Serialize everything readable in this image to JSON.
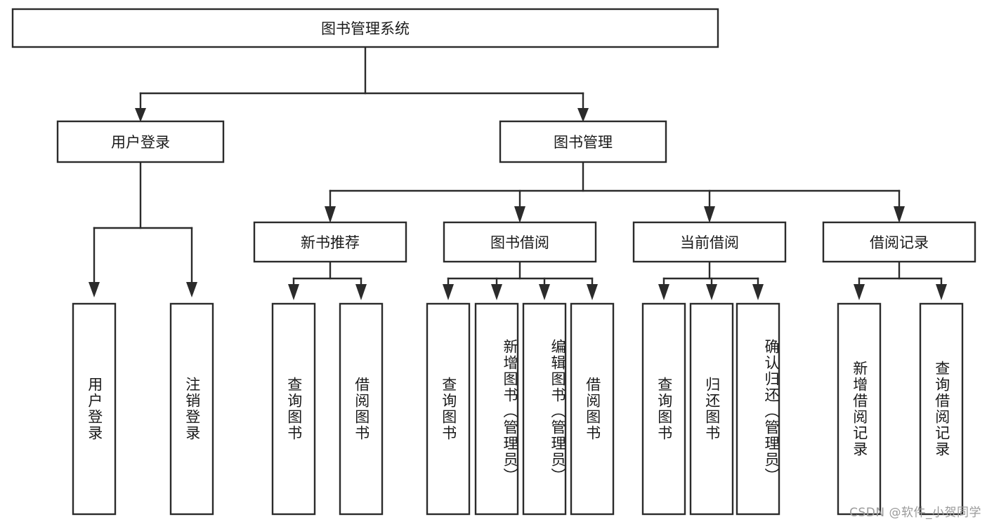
{
  "diagram": {
    "type": "tree-hierarchy",
    "title": "图书管理系统",
    "watermark": "CSDN @软件_小贺同学",
    "colors": {
      "box_fill": "#ffffff",
      "box_stroke": "#2b2b2b",
      "text": "#1a1a1a",
      "background": "#ffffff",
      "watermark": "#9a9a9a"
    },
    "levels": {
      "root": {
        "label": "图书管理系统",
        "orientation": "horizontal"
      },
      "level2": [
        {
          "label": "用户登录",
          "orientation": "horizontal"
        },
        {
          "label": "图书管理",
          "orientation": "horizontal"
        }
      ],
      "level3": [
        {
          "label": "新书推荐",
          "orientation": "horizontal"
        },
        {
          "label": "图书借阅",
          "orientation": "horizontal"
        },
        {
          "label": "当前借阅",
          "orientation": "horizontal"
        },
        {
          "label": "借阅记录",
          "orientation": "horizontal"
        }
      ],
      "leaves": {
        "user_login": [
          {
            "label": "用户登录",
            "orientation": "vertical"
          },
          {
            "label": "注销登录",
            "orientation": "vertical"
          }
        ],
        "new_book_recommend": [
          {
            "label": "查询图书",
            "orientation": "vertical"
          },
          {
            "label": "借阅图书",
            "orientation": "vertical"
          }
        ],
        "book_borrow": [
          {
            "label": "查询图书",
            "orientation": "vertical"
          },
          {
            "label": "新增图书（管理员）",
            "orientation": "vertical"
          },
          {
            "label": "编辑图书（管理员）",
            "orientation": "vertical"
          },
          {
            "label": "借阅图书",
            "orientation": "vertical"
          }
        ],
        "current_borrow": [
          {
            "label": "查询图书",
            "orientation": "vertical"
          },
          {
            "label": "归还图书",
            "orientation": "vertical"
          },
          {
            "label": "确认归还（管理员）",
            "orientation": "vertical"
          }
        ],
        "borrow_records": [
          {
            "label": "新增借阅记录",
            "orientation": "vertical"
          },
          {
            "label": "查询借阅记录",
            "orientation": "vertical"
          }
        ]
      }
    },
    "edges": [
      {
        "from": "图书管理系统",
        "to": "用户登录"
      },
      {
        "from": "图书管理系统",
        "to": "图书管理"
      },
      {
        "from": "用户登录",
        "to": "用户登录(叶)"
      },
      {
        "from": "用户登录",
        "to": "注销登录"
      },
      {
        "from": "图书管理",
        "to": "新书推荐"
      },
      {
        "from": "图书管理",
        "to": "图书借阅"
      },
      {
        "from": "图书管理",
        "to": "当前借阅"
      },
      {
        "from": "图书管理",
        "to": "借阅记录"
      },
      {
        "from": "新书推荐",
        "to": "查询图书"
      },
      {
        "from": "新书推荐",
        "to": "借阅图书"
      },
      {
        "from": "图书借阅",
        "to": "查询图书"
      },
      {
        "from": "图书借阅",
        "to": "新增图书（管理员）"
      },
      {
        "from": "图书借阅",
        "to": "编辑图书（管理员）"
      },
      {
        "from": "图书借阅",
        "to": "借阅图书"
      },
      {
        "from": "当前借阅",
        "to": "查询图书"
      },
      {
        "from": "当前借阅",
        "to": "归还图书"
      },
      {
        "from": "当前借阅",
        "to": "确认归还（管理员）"
      },
      {
        "from": "借阅记录",
        "to": "新增借阅记录"
      },
      {
        "from": "借阅记录",
        "to": "查询借阅记录"
      }
    ]
  }
}
